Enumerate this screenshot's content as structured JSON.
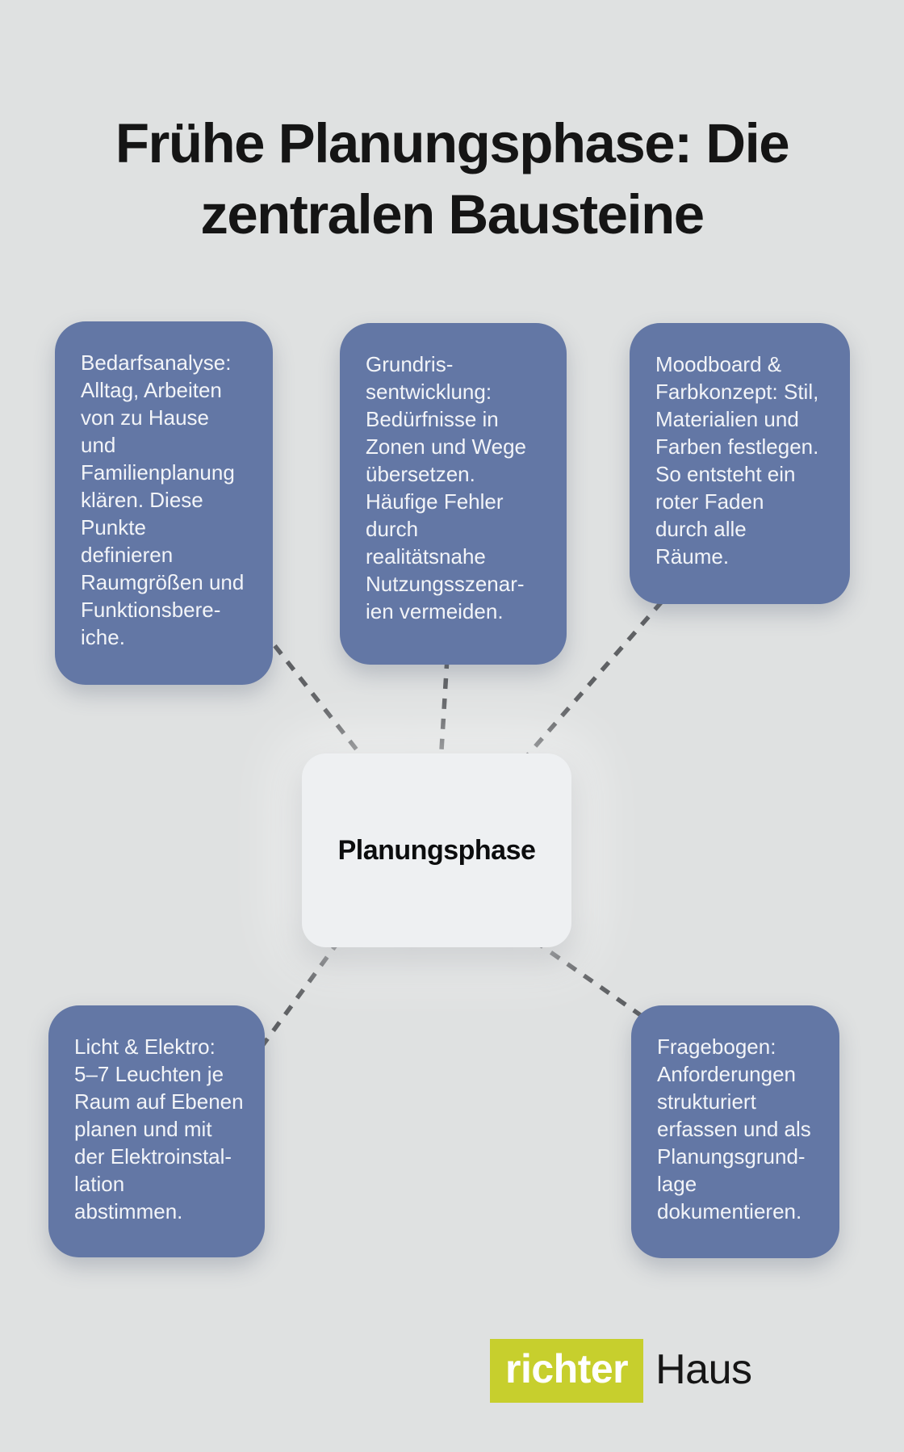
{
  "title": {
    "line1": "Frühe Planungsphase: Die",
    "line2": "zentralen Bausteine"
  },
  "center_node": {
    "label": "Planungsphase"
  },
  "nodes": {
    "bedarfsanalyse": {
      "lines": [
        "Bedarfsanalyse:",
        "Alltag, Arbeiten",
        "von zu Hause",
        "und",
        "Familienplanung",
        "klären. Diese",
        "Punkte",
        "definieren",
        "Raumgrößen und",
        "Funktionsbere-",
        "iche."
      ]
    },
    "grundrissentwicklung": {
      "lines": [
        "Grundris-",
        "sentwicklung:",
        "Bedürfnisse in",
        "Zonen und Wege",
        "übersetzen.",
        "Häufige Fehler",
        "durch",
        "realitätsnahe",
        "Nutzungsszenar-",
        "ien vermeiden."
      ]
    },
    "moodboard_farbkonzept": {
      "lines": [
        "Moodboard &",
        "Farbkonzept: Stil,",
        "Materialien und",
        "Farben festlegen.",
        "So entsteht ein",
        "roter Faden",
        "durch alle",
        "Räume."
      ]
    },
    "licht_elektro": {
      "lines": [
        "Licht & Elektro:",
        "5–7 Leuchten je",
        "Raum auf Ebenen",
        "planen und mit",
        "der Elektroinstal-",
        "lation",
        "abstimmen."
      ]
    },
    "fragebogen": {
      "lines": [
        "Fragebogen:",
        "Anforderungen",
        "strukturiert",
        "erfassen und als",
        "Planungsgrund-",
        "lage",
        "dokumentieren."
      ]
    }
  },
  "logo": {
    "brand": "richter",
    "product": "Haus"
  },
  "colors": {
    "background": "#dfe1e1",
    "node_blue": "#6377a5",
    "node_text": "#f2f4f8",
    "center_bg": "#eef0f2",
    "dash_gray": "#55575a",
    "title_black": "#151515",
    "logo_yellow": "#c7cf2d"
  }
}
